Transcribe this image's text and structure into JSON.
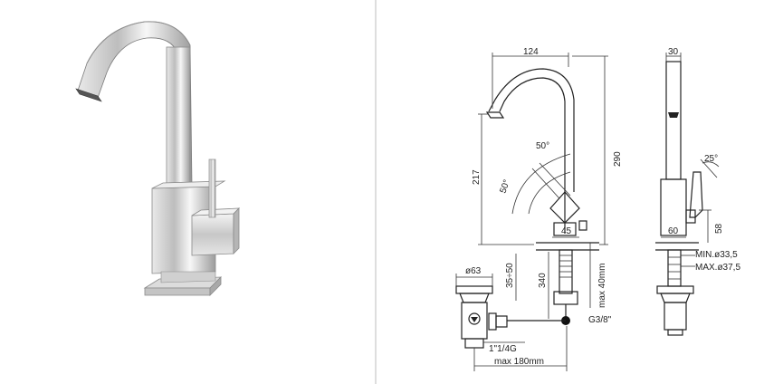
{
  "dimensions": {
    "spout_reach": "124",
    "body_width": "30",
    "spout_height": "217",
    "total_height": "290",
    "lever_angle_a": "50°",
    "lever_angle_b": "50°",
    "side_angle": "25°",
    "base_offset": "45",
    "base_depth": "60",
    "lever_height": "58",
    "min_hole": "MIN.ø33,5",
    "max_hole": "MAX.ø37,5",
    "waste_diameter": "ø63",
    "waste_adjust": "35÷50",
    "hose_length": "340",
    "max_thickness": "max 40mm",
    "connection": "G3/8\"",
    "waste_thread": "1\"1/4G",
    "max_reach": "max 180mm"
  }
}
